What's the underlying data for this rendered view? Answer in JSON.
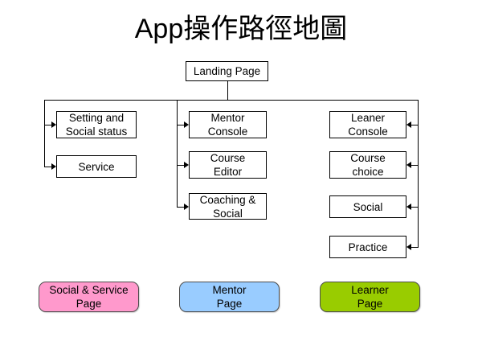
{
  "title": "App操作路徑地圖",
  "diagram": {
    "root": {
      "label": "Landing Page"
    },
    "branches": [
      {
        "group": "social-service",
        "nodes": [
          {
            "label": "Setting and\nSocial status"
          },
          {
            "label": "Service"
          }
        ]
      },
      {
        "group": "mentor",
        "nodes": [
          {
            "label": "Mentor\nConsole"
          },
          {
            "label": "Course\nEditor"
          },
          {
            "label": "Coaching &\nSocial"
          }
        ]
      },
      {
        "group": "learner",
        "nodes": [
          {
            "label": "Leaner\nConsole"
          },
          {
            "label": "Course\nchoice"
          },
          {
            "label": "Social"
          },
          {
            "label": "Practice"
          }
        ]
      }
    ]
  },
  "legend": {
    "items": [
      {
        "label": "Social & Service\nPage",
        "color": "#FF99CC"
      },
      {
        "label": "Mentor\nPage",
        "color": "#99CCFF"
      },
      {
        "label": "Learner\nPage",
        "color": "#99CC00"
      }
    ]
  },
  "colors": {
    "line": "#000000",
    "box_fill": "#FFFFFF",
    "background": "#FFFFFF"
  }
}
